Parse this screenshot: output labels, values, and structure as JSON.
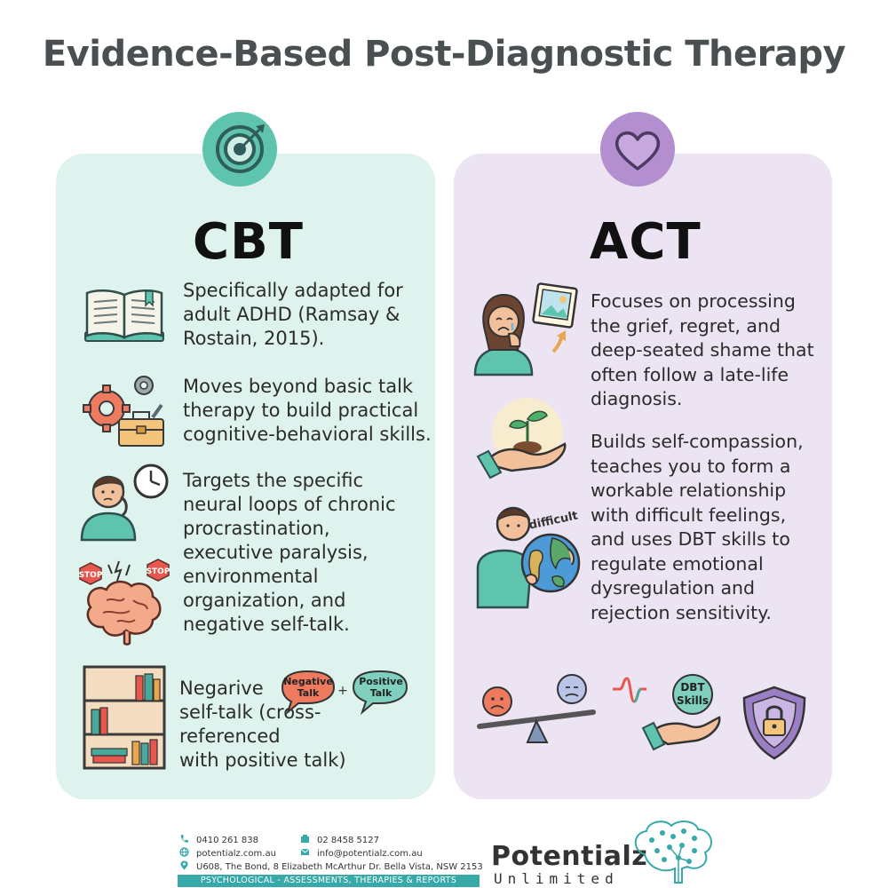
{
  "title": "Evidence-Based Post-Diagnostic Therapy",
  "colors": {
    "cbt_bg": "#dff3ee",
    "act_bg": "#ece4f2",
    "cbt_accent": "#5ec4ae",
    "act_accent": "#b38fd0",
    "footer_bar": "#37a9a9"
  },
  "cbt": {
    "heading": "CBT",
    "badge_icon": "target-icon",
    "items": [
      {
        "icon": "open-book-icon",
        "lines": [
          "Specifically adapted for",
          "adult ADHD (Ramsay &",
          "Rostain, 2015)."
        ]
      },
      {
        "icon": "gears-toolbox-icon",
        "lines": [
          "Moves beyond basic talk",
          "therapy to build practical",
          "cognitive-behavioral skills."
        ]
      },
      {
        "icon": "person-clock-icon",
        "lines": [
          "Targets the specific",
          "neural loops of chronic",
          "procrastination,",
          "executive paralysis,",
          "environmental",
          "organization, and",
          "negative self-talk."
        ]
      },
      {
        "icon": "bookshelf-icon",
        "lines": [
          "Negarive",
          "self-talk (cross-",
          "referenced",
          "with positive talk)"
        ]
      }
    ],
    "stop_label": "STOP",
    "bubble_negative": [
      "Negative",
      "Talk"
    ],
    "bubble_positive": [
      "Positive",
      "Talk"
    ],
    "plus": "+"
  },
  "act": {
    "heading": "ACT",
    "badge_icon": "heart-icon",
    "items": [
      {
        "icon": "crying-person-icon",
        "lines": [
          "Focuses on processing",
          "the grief, regret, and",
          "deep-seated shame that",
          "often follow a late-life",
          "diagnosis."
        ]
      },
      {
        "icon": "sprout-hand-icon",
        "lines": [
          "Builds self-compassion,",
          "teaches you to form a",
          "workable relationship",
          "with difficult feelings,",
          "and uses DBT skills to",
          "regulate emotional",
          "dysregulation and",
          "rejection sensitivity."
        ]
      }
    ],
    "globe_label": "difficult",
    "dbt_label": [
      "DBT",
      "Skills"
    ]
  },
  "footer": {
    "phone": "0410  261 838",
    "fax": "02 8458 5127",
    "web": "potentialz.com.au",
    "email": "info@potentialz.com.au",
    "address": "U608, The Bond, 8 Elizabeth McArthur Dr. Bella Vista, NSW 2153",
    "tagline": "PSYCHOLOGICAL - ASSESSMENTS, THERAPIES & REPORTS",
    "brand": "Potentialz",
    "brand_sub": "Unlimited"
  }
}
